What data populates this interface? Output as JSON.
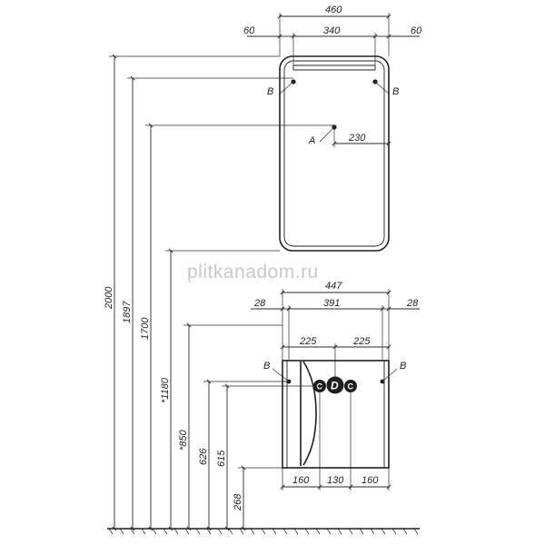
{
  "watermark": "plitkanadom.ru",
  "mirror": {
    "width_total": "460",
    "left_offset": "60",
    "inner_width": "340",
    "right_offset": "60",
    "point_a_offset": "230",
    "callout_a": "A",
    "callout_b_left": "B",
    "callout_b_right": "B"
  },
  "cabinet": {
    "width_total": "447",
    "left_offset": "28",
    "inner_width": "391",
    "right_offset": "28",
    "half_left": "225",
    "half_right": "225",
    "bottom_left": "160",
    "bottom_mid": "130",
    "bottom_right": "160",
    "callout_b_left": "B",
    "callout_b_right": "B",
    "bubble_c_left": "C",
    "bubble_d": "D",
    "bubble_c_right": "C"
  },
  "heights": {
    "h1": "2000",
    "h2": "1897",
    "h3": "1700",
    "h4": "*1180",
    "h5": "*850",
    "h6": "626",
    "h7": "615",
    "h8": "268"
  },
  "colors": {
    "line": "#1f1f1f",
    "watermark": "#c8c8c8",
    "bubble": "#1f1f1f"
  }
}
